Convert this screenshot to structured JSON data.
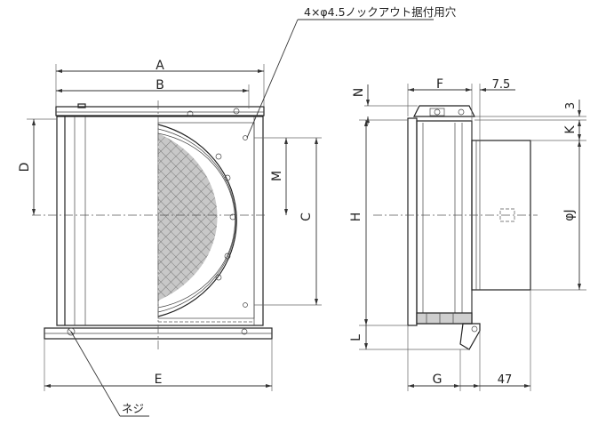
{
  "labels": {
    "note_holes": "4×φ4.5ノックアウト据付用穴",
    "note_screw": "ネジ",
    "A": "A",
    "B": "B",
    "C": "C",
    "D": "D",
    "E": "E",
    "M": "M",
    "F": "F",
    "G": "G",
    "H": "H",
    "J": "φJ",
    "K": "K",
    "L": "L",
    "N": "N",
    "dim_7_5": "7.5",
    "dim_3": "3",
    "dim_47": "47"
  },
  "colors": {
    "line": "#222222",
    "shade": "#cfcfcf",
    "filter_fill": "#c8c8c8"
  }
}
